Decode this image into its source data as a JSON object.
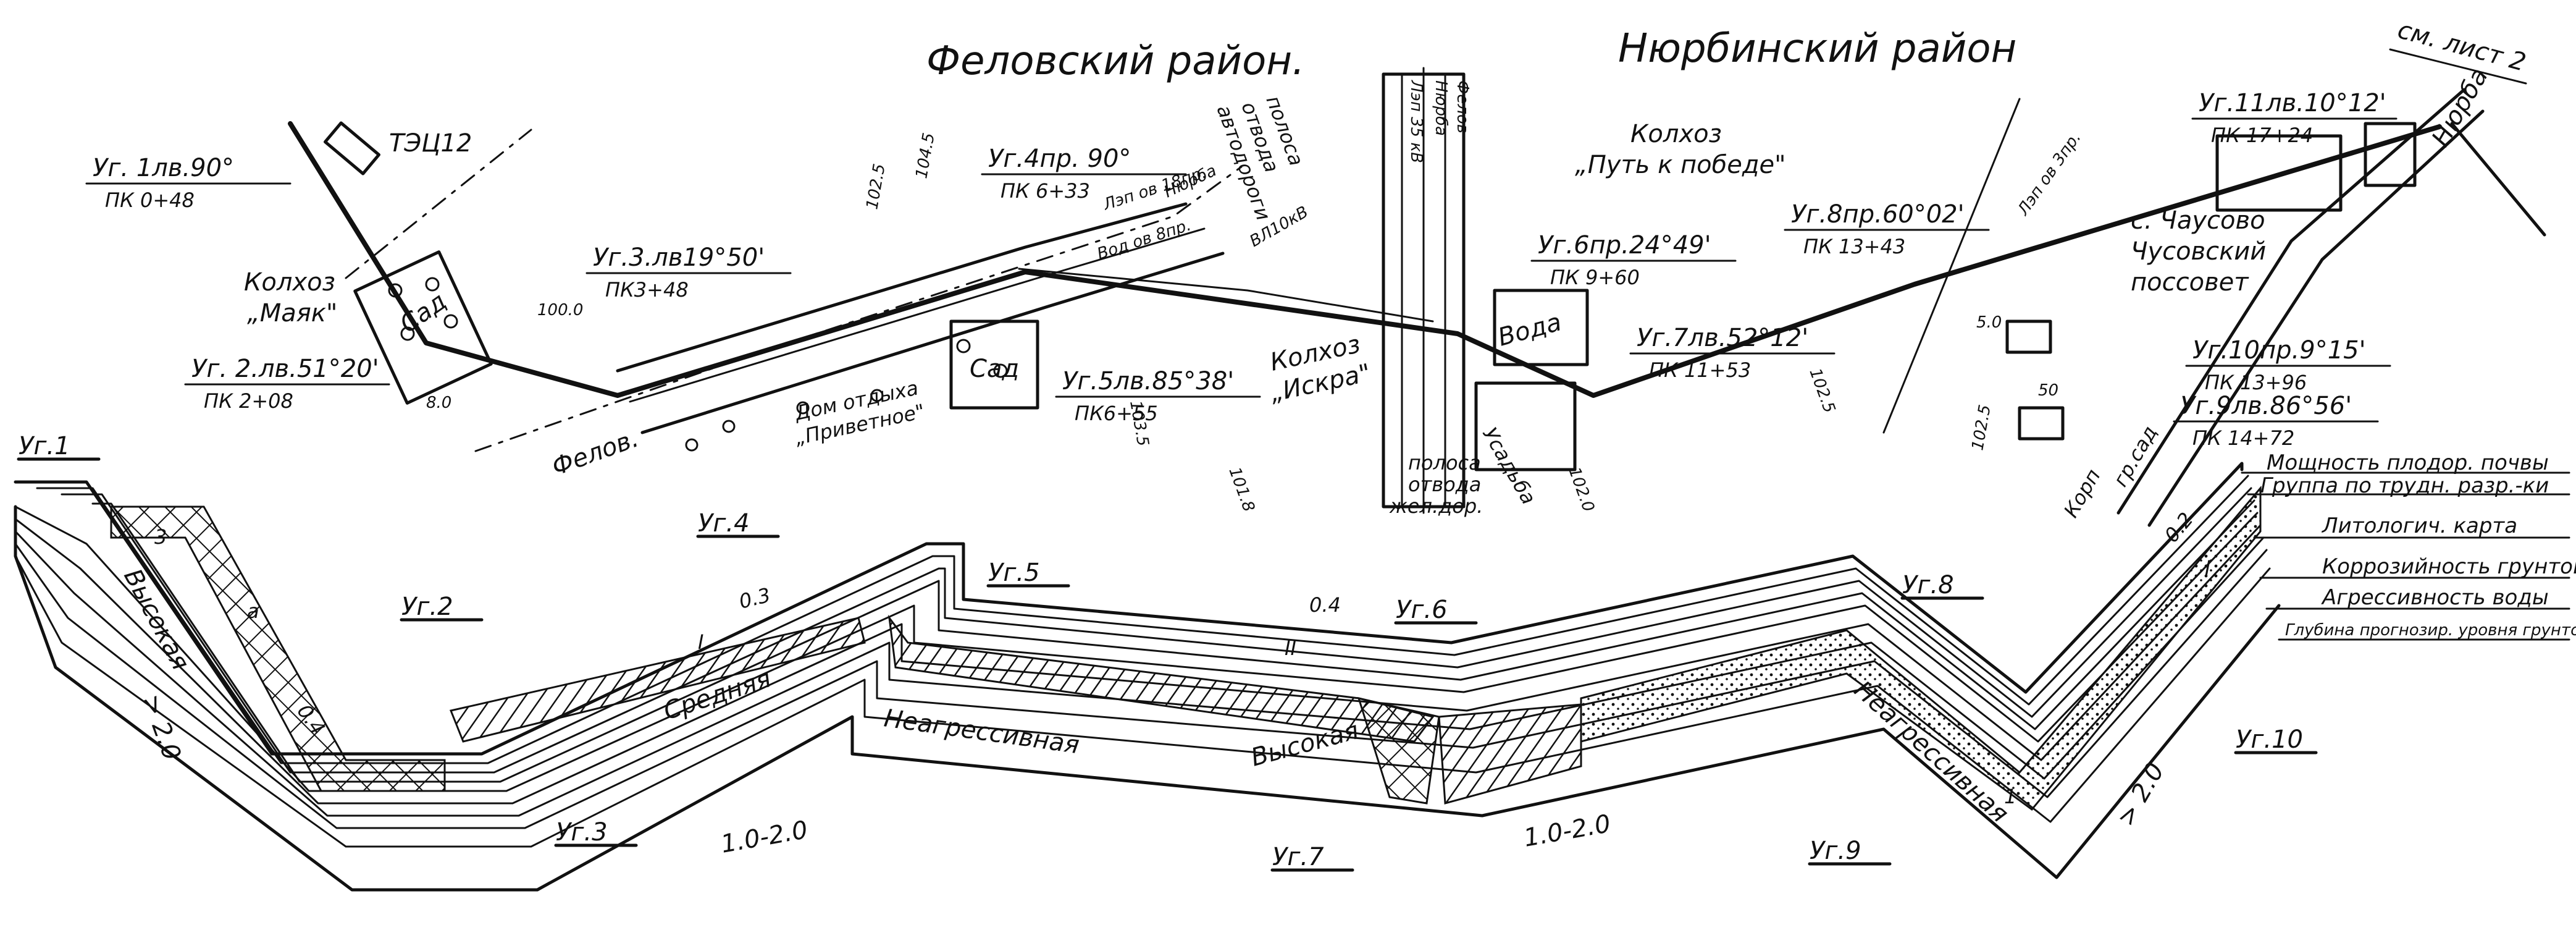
{
  "map": {
    "districts": {
      "felov": "Феловский район.",
      "nyurba": "Нюрбинский район"
    },
    "sheet_ref": "см. лист 2",
    "places": {
      "tets": "ТЭЦ12",
      "kolkhoz_mayak_1": "Колхоз",
      "kolkhoz_mayak_2": "„Маяк\"",
      "sad_1": "Сад",
      "sad_2": "Сад",
      "dom_1": "Дом отдыха",
      "dom_2": "„Приветное\"",
      "kolkhoz_iskra_1": "Колхоз",
      "kolkhoz_iskra_2": "„Искра\"",
      "kolkhoz_put_1": "Колхоз",
      "kolkhoz_put_2": "„Путь к победе\"",
      "voda": "Вода",
      "usadba": "Усадьба",
      "chausovo_1": "с. Чаусово",
      "chausovo_2": "Чусовский",
      "chausovo_3": "поссовет",
      "felov_road": "Фелов.",
      "nyurba_road": "Нюрба",
      "korp": "Корп",
      "gr_sad": "гр.сад",
      "polosa_1": "полоса",
      "polosa_2": "отвода",
      "polosa_3": "автодороги",
      "polosa_b1": "полоса",
      "polosa_b2": "отвода",
      "polosa_b3": "жел.дор.",
      "lep_1": "Лэп ов 18пр.",
      "lep_2": "Нюрба",
      "lep_3": "Вод ов 8пр.",
      "lep_4": "ВЛ10кВ",
      "lep_5": "Лэп ов 3пр.",
      "rail_1": "Лэп 35 кВ",
      "rail_2": "Нюрба",
      "rail_3": "Фелов"
    },
    "elevations": [
      "100.0",
      "8.0",
      "102.5",
      "101.8",
      "103.5",
      "102.0",
      "102.5",
      "5.0",
      "50",
      "102.5",
      "104.5"
    ],
    "angles": [
      {
        "a": "Уг. 1лв.90°",
        "pk": "ПК 0+48"
      },
      {
        "a": "Уг. 2.лв.51°20'",
        "pk": "ПК 2+08"
      },
      {
        "a": "Уг.3.лв19°50'",
        "pk": "ПК3+48"
      },
      {
        "a": "Уг.4пр. 90°",
        "pk": "ПК 6+33"
      },
      {
        "a": "Уг.5лв.85°38'",
        "pk": "ПК6+55"
      },
      {
        "a": "Уг.6пр.24°49'",
        "pk": "ПК 9+60"
      },
      {
        "a": "Уг.7лв.52°12'",
        "pk": "ПК 11+53"
      },
      {
        "a": "Уг.8пр.60°02'",
        "pk": "ПК 13+43"
      },
      {
        "a": "Уг.9лв.86°56'",
        "pk": "ПК 14+72"
      },
      {
        "a": "Уг.10пр.9°15'",
        "pk": "ПК 13+96"
      },
      {
        "a": "Уг.11лв.10°12'",
        "pk": "ПК 17+24"
      }
    ]
  },
  "profile": {
    "angle_labels": [
      "Уг.1",
      "Уг.2",
      "Уг.3",
      "Уг.4",
      "Уг.5",
      "Уг.6",
      "Уг.7",
      "Уг.8",
      "Уг.9",
      "Уг.10"
    ],
    "band_labels": [
      "Мощность плодор. почвы",
      "Группа по трудн. разр.-ки",
      "Литологич. карта",
      "Коррозийность грунтов",
      "Агрессивность воды",
      "Глубина прогнозир. уровня грунтовых вод"
    ],
    "values": {
      "soil_03": "0.3",
      "soil_04a": "0.4",
      "soil_04b": "0.4",
      "soil_02": "0.2",
      "grp_1": "I",
      "grp_2": "II",
      "grp_3": "I",
      "grp_4": "1",
      "corr_high_1": "Высокая",
      "corr_mid": "Средняя",
      "corr_high_2": "Высокая",
      "aggr_1": "Неагрессивная",
      "aggr_2": "Неагрессивная",
      "depth_1": "> 2.0",
      "depth_2": "1.0-2.0",
      "depth_3": "1.0-2.0",
      "depth_4": "> 2.0",
      "lbl_3": "3",
      "lbl_a": "а"
    }
  }
}
